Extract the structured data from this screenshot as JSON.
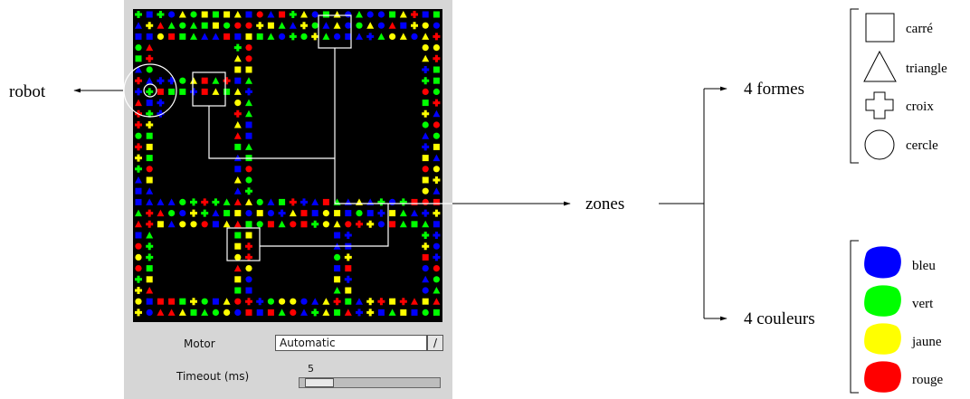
{
  "labels": {
    "robot": "robot",
    "zones": "zones",
    "forms": "4 formes",
    "colors": "4 couleurs"
  },
  "shapes": [
    {
      "icon": "square-icon",
      "label": "carré"
    },
    {
      "icon": "triangle-icon",
      "label": "triangle"
    },
    {
      "icon": "cross-icon",
      "label": "croix"
    },
    {
      "icon": "circle-icon",
      "label": "cercle"
    }
  ],
  "colors": [
    {
      "label": "bleu",
      "color": "#0000ff"
    },
    {
      "label": "vert",
      "color": "#00ff00"
    },
    {
      "label": "jaune",
      "color": "#ffff00"
    },
    {
      "label": "rouge",
      "color": "#ff0000"
    }
  ],
  "controls": {
    "motor_label": "Motor",
    "motor_value": "Automatic",
    "timeout_label": "Timeout (ms)",
    "timeout_value": "5",
    "timeout_level": 0.05
  }
}
